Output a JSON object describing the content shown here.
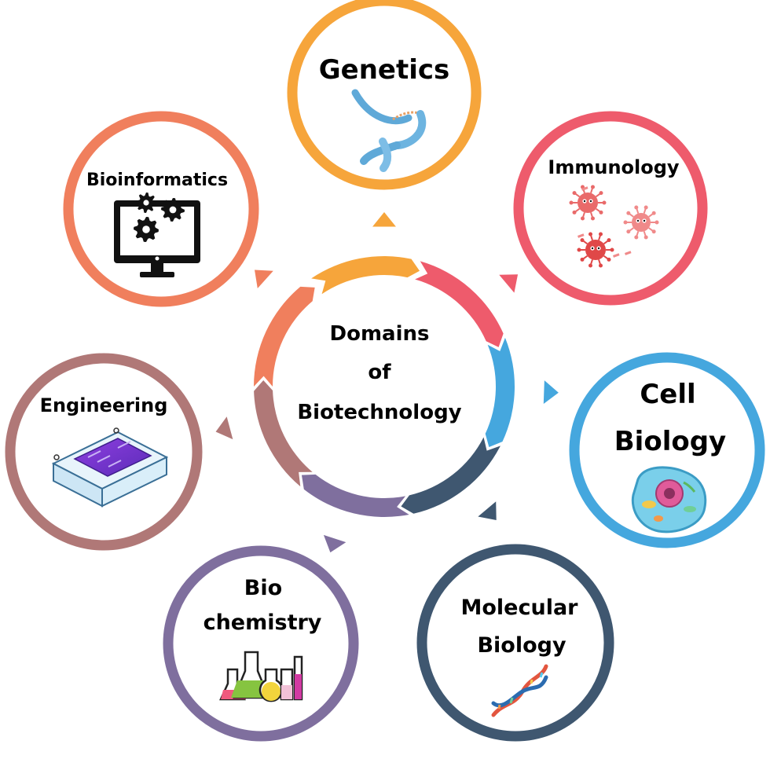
{
  "center": {
    "lines": [
      "Domains",
      "of",
      "Biotechnology"
    ]
  },
  "domains": [
    {
      "id": "genetics",
      "lines": [
        "Genetics"
      ],
      "color": "#F6A53B",
      "icon": "chromosome-icon"
    },
    {
      "id": "immunology",
      "lines": [
        "Immunology"
      ],
      "color": "#EE5B6C",
      "icon": "virus-icon"
    },
    {
      "id": "cell-biology",
      "lines": [
        "Cell",
        "Biology"
      ],
      "color": "#45A7DE",
      "icon": "animal-cell-icon"
    },
    {
      "id": "molecular-biology",
      "lines": [
        "Molecular",
        "Biology"
      ],
      "color": "#3F5770",
      "icon": "dna-helix-icon"
    },
    {
      "id": "biochemistry",
      "lines": [
        "Bio",
        "chemistry"
      ],
      "color": "#7F6F9E",
      "icon": "lab-flasks-icon"
    },
    {
      "id": "engineering",
      "lines": [
        "Engineering"
      ],
      "color": "#B07877",
      "icon": "gel-electrophoresis-icon"
    },
    {
      "id": "bioinformatics",
      "lines": [
        "Bioinformatics"
      ],
      "color": "#F07F5D",
      "icon": "computer-gears-icon"
    }
  ]
}
